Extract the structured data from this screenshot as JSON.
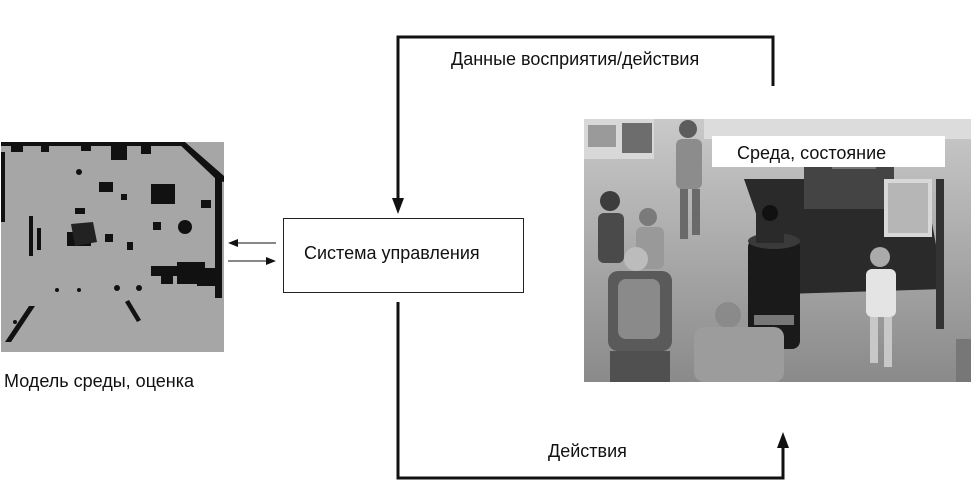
{
  "diagram": {
    "control_system": {
      "label": "Система управления"
    },
    "environment": {
      "label": "Среда, состояние"
    },
    "environment_model": {
      "label": "Модель среды, оценка"
    },
    "flows": {
      "perception": "Данные восприятия/действия",
      "actions": "Действия"
    }
  },
  "colors": {
    "line": "#111111",
    "map_background": "#a6a6a6",
    "map_walls": "#111111"
  }
}
